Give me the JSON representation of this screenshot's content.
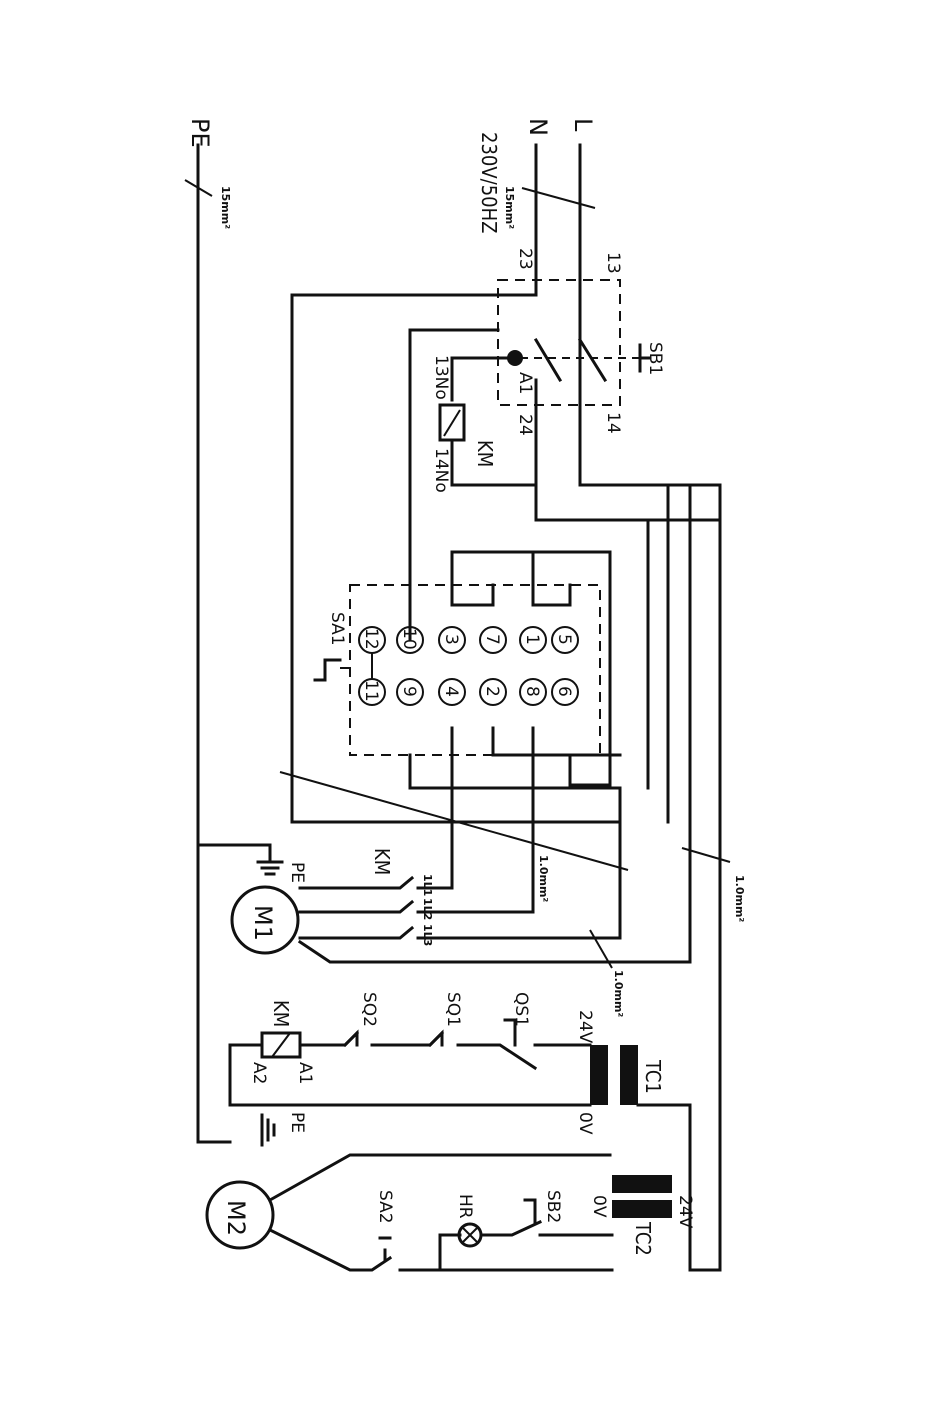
{
  "supply": {
    "line": "L",
    "neutral": "N",
    "earth": "PE",
    "voltage": "230V/50HZ",
    "neutral_cross_section": "15mm²",
    "earth_cross_section": "15mm²"
  },
  "sb1": {
    "tag": "SB1",
    "terminal_13": "13",
    "terminal_14": "14",
    "terminal_23": "23",
    "terminal_24": "24",
    "lamp_terminal": "A1",
    "no_in": "13No",
    "no_out": "14No"
  },
  "km_relay": {
    "tag": "KM"
  },
  "sa1": {
    "tag": "SA1",
    "contacts": [
      "5",
      "1",
      "7",
      "3",
      "10",
      "12",
      "6",
      "8",
      "2",
      "4",
      "9",
      "11"
    ]
  },
  "m1_circuit": {
    "motor": "M1",
    "contactor": "KM",
    "earth": "PE",
    "contacts": [
      "1L1",
      "1L2",
      "1L3"
    ],
    "cross_section_a": "1.0mm²",
    "cross_section_b": "1.0mm²",
    "cross_section_c": "1.0mm²"
  },
  "control_circuit": {
    "qs1": "QS1",
    "sq1": "SQ1",
    "sq2": "SQ2",
    "coil": "KM",
    "coil_a1": "A1",
    "coil_a2": "A2",
    "transformer": "TC1",
    "secondary": "24V",
    "zero": "0V",
    "earth": "PE"
  },
  "m2_circuit": {
    "motor": "M2",
    "sa2": "SA2",
    "lamp": "HR",
    "sb2": "SB2",
    "transformer": "TC2",
    "secondary": "24V",
    "zero": "0V"
  }
}
